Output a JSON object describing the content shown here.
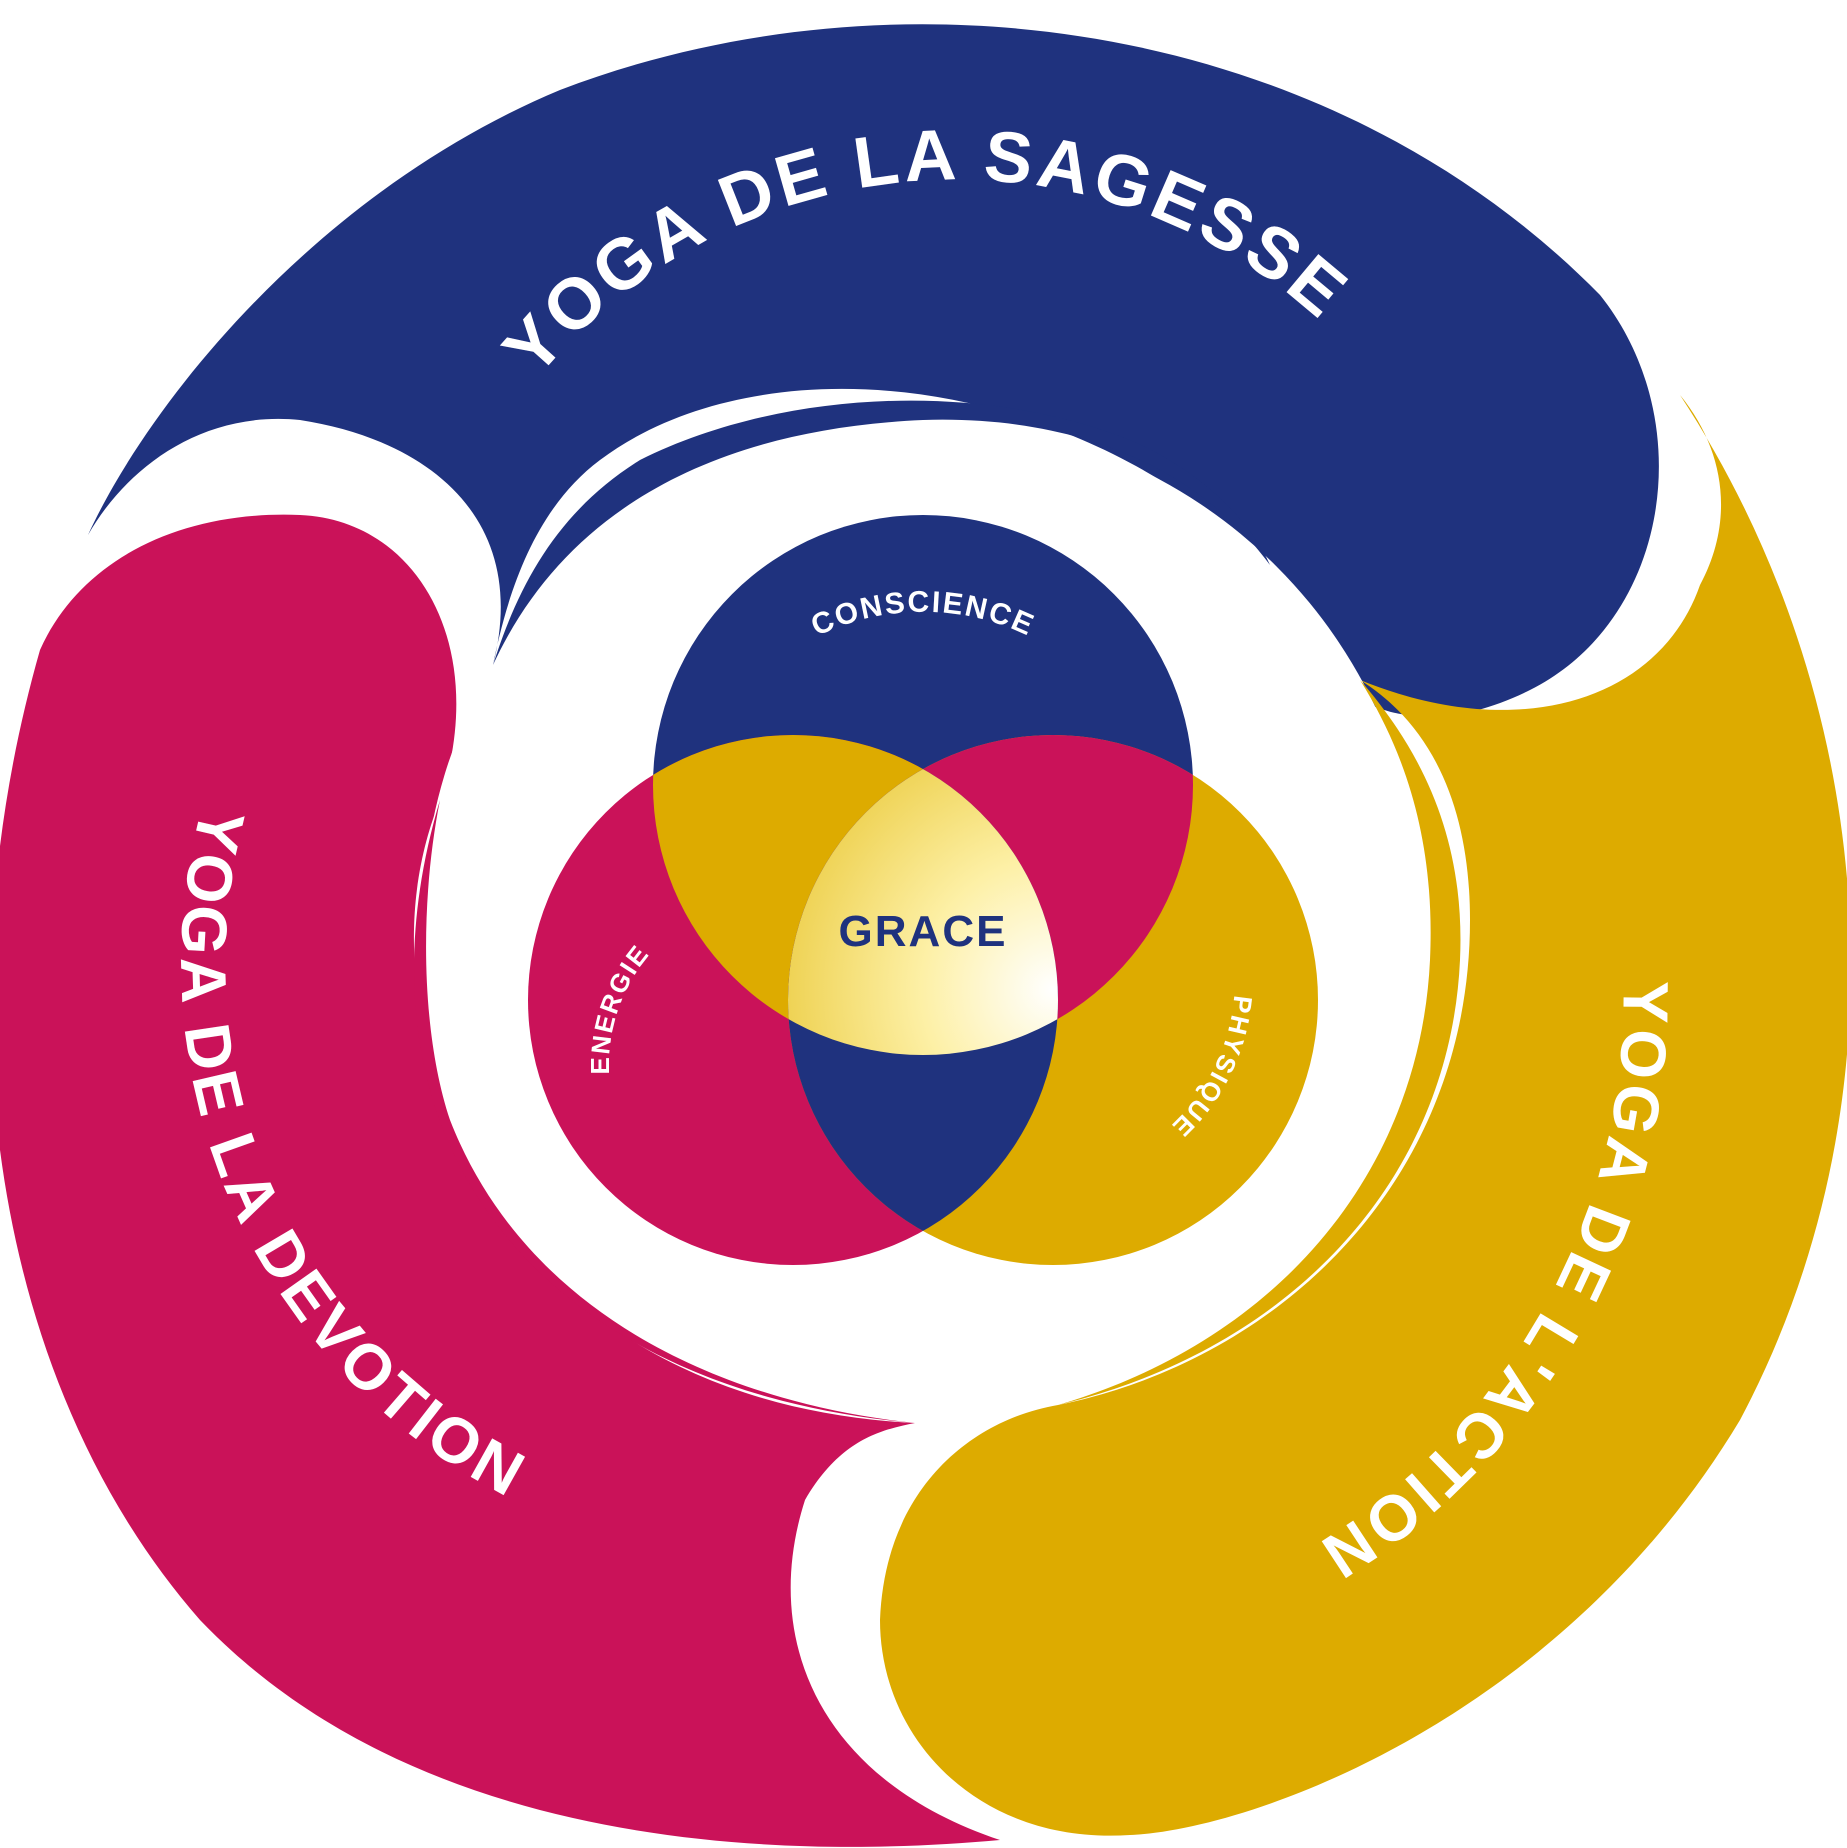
{
  "colors": {
    "blue": "#1f327e",
    "magenta": "#ca1259",
    "gold": "#ddab00",
    "white": "#ffffff",
    "grace_glow": "#fdf0a6"
  },
  "ring": {
    "wisdom": {
      "label": "YOGA DE LA SAGESSE"
    },
    "action": {
      "label": "YOGA DE L'ACTION"
    },
    "devotion": {
      "label": "YOGA DE LA DEVOTION"
    }
  },
  "venn": {
    "top": {
      "label": "CONSCIENCE"
    },
    "left": {
      "label": "ENERGIE"
    },
    "right": {
      "label": "PHYSIQUE"
    },
    "center": {
      "label": "GRACE"
    }
  }
}
